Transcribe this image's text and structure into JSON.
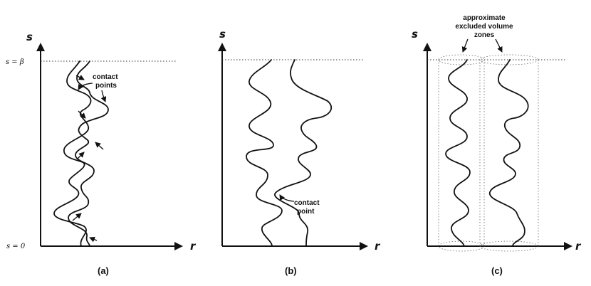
{
  "panel_a": {
    "y_axis_label": "s",
    "x_axis_label": "r",
    "top_label": "s = β",
    "bottom_label": "s = 0",
    "note_line1": "contact",
    "note_line2": "points",
    "caption": "(a)"
  },
  "panel_b": {
    "y_axis_label": "s",
    "x_axis_label": "r",
    "note_line1": "contact",
    "note_line2": "point",
    "caption": "(b)"
  },
  "panel_c": {
    "y_axis_label": "s",
    "x_axis_label": "r",
    "note_line1": "approximate",
    "note_line2": "excluded volume",
    "note_line3": "zones",
    "caption": "(c)"
  }
}
